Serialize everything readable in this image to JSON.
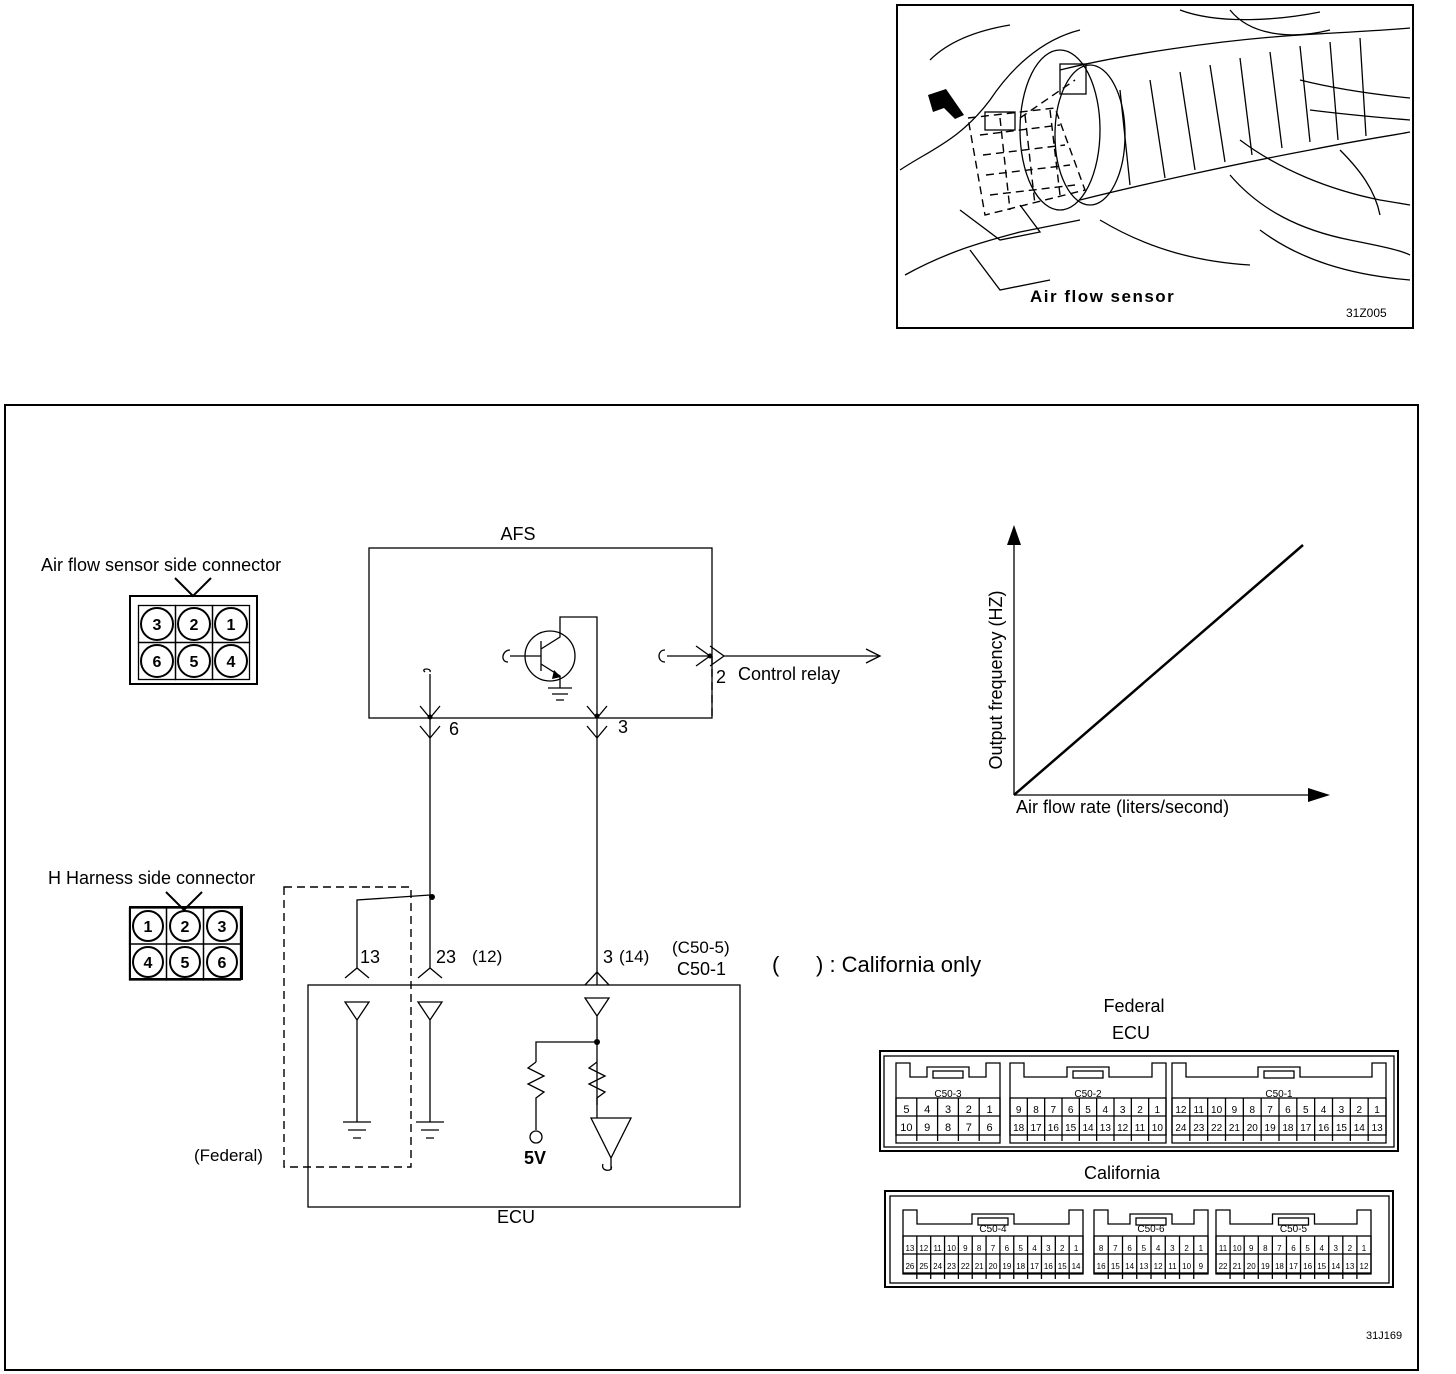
{
  "photo": {
    "caption": "Air flow sensor",
    "figure_id": "31Z005"
  },
  "schematic": {
    "figure_id": "31J169",
    "afs_label": "AFS",
    "ecu_label": "ECU",
    "control_relay": "Control relay",
    "afs_pins": {
      "p2": "2",
      "p3": "3",
      "p6": "6"
    },
    "ecu_pins": {
      "p13": "13",
      "p23": "23",
      "p23_alt": "(12)",
      "p3": "3",
      "p3_alt": "(14)"
    },
    "connector_id": "C50-1",
    "connector_id_alt": "(C50-5)",
    "california_note": "(      ) : California only",
    "federal_note": "(Federal)",
    "supply_label": "5V",
    "sensor_connector": {
      "title": "Air flow sensor side connector",
      "top": [
        "3",
        "2",
        "1"
      ],
      "bottom": [
        "6",
        "5",
        "4"
      ]
    },
    "harness_connector": {
      "title": "H Harness side connector",
      "top": [
        "1",
        "2",
        "3"
      ],
      "bottom": [
        "4",
        "5",
        "6"
      ]
    }
  },
  "chart_data": {
    "type": "line",
    "xlabel": "Air flow rate (liters/second)",
    "ylabel": "Output frequency (HZ)",
    "series": [
      {
        "x": [
          0,
          1
        ],
        "y": [
          0,
          1
        ]
      }
    ]
  },
  "ecu_connectors": {
    "federal_title": "Federal",
    "ecu_title": "ECU",
    "federal_blocks": [
      {
        "name": "C50-3",
        "top": [
          "5",
          "4",
          "3",
          "2",
          "1"
        ],
        "bottom": [
          "10",
          "9",
          "8",
          "7",
          "6"
        ]
      },
      {
        "name": "C50-2",
        "top": [
          "9",
          "8",
          "7",
          "6",
          "5",
          "4",
          "3",
          "2",
          "1"
        ],
        "bottom": [
          "18",
          "17",
          "16",
          "15",
          "14",
          "13",
          "12",
          "11",
          "10"
        ]
      },
      {
        "name": "C50-1",
        "top": [
          "12",
          "11",
          "10",
          "9",
          "8",
          "7",
          "6",
          "5",
          "4",
          "3",
          "2",
          "1"
        ],
        "bottom": [
          "24",
          "23",
          "22",
          "21",
          "20",
          "19",
          "18",
          "17",
          "16",
          "15",
          "14",
          "13"
        ]
      }
    ],
    "california_title": "California",
    "california_blocks": [
      {
        "name": "C50-4",
        "top": [
          "13",
          "12",
          "11",
          "10",
          "9",
          "8",
          "7",
          "6",
          "5",
          "4",
          "3",
          "2",
          "1"
        ],
        "bottom": [
          "26",
          "25",
          "24",
          "23",
          "22",
          "21",
          "20",
          "19",
          "18",
          "17",
          "16",
          "15",
          "14"
        ]
      },
      {
        "name": "C50-6",
        "top": [
          "8",
          "7",
          "6",
          "5",
          "4",
          "3",
          "2",
          "1"
        ],
        "bottom": [
          "16",
          "15",
          "14",
          "13",
          "12",
          "11",
          "10",
          "9"
        ]
      },
      {
        "name": "C50-5",
        "top": [
          "11",
          "10",
          "9",
          "8",
          "7",
          "6",
          "5",
          "4",
          "3",
          "2",
          "1"
        ],
        "bottom": [
          "22",
          "21",
          "20",
          "19",
          "18",
          "17",
          "16",
          "15",
          "14",
          "13",
          "12"
        ]
      }
    ]
  }
}
